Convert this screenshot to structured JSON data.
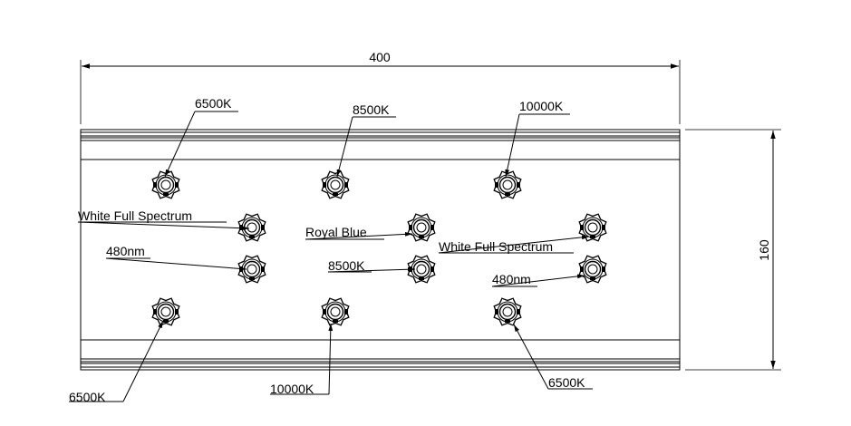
{
  "dimensions": {
    "width_label": "400",
    "height_label": "160"
  },
  "leds": [
    {
      "label": "6500K"
    },
    {
      "label": "8500K"
    },
    {
      "label": "10000K"
    },
    {
      "label": "White Full Spectrum"
    },
    {
      "label": "Royal Blue"
    },
    {
      "label": "White Full Spectrum"
    },
    {
      "label": "480nm"
    },
    {
      "label": "8500K"
    },
    {
      "label": "480nm"
    },
    {
      "label": "6500K"
    },
    {
      "label": "10000K"
    },
    {
      "label": "6500K"
    }
  ]
}
